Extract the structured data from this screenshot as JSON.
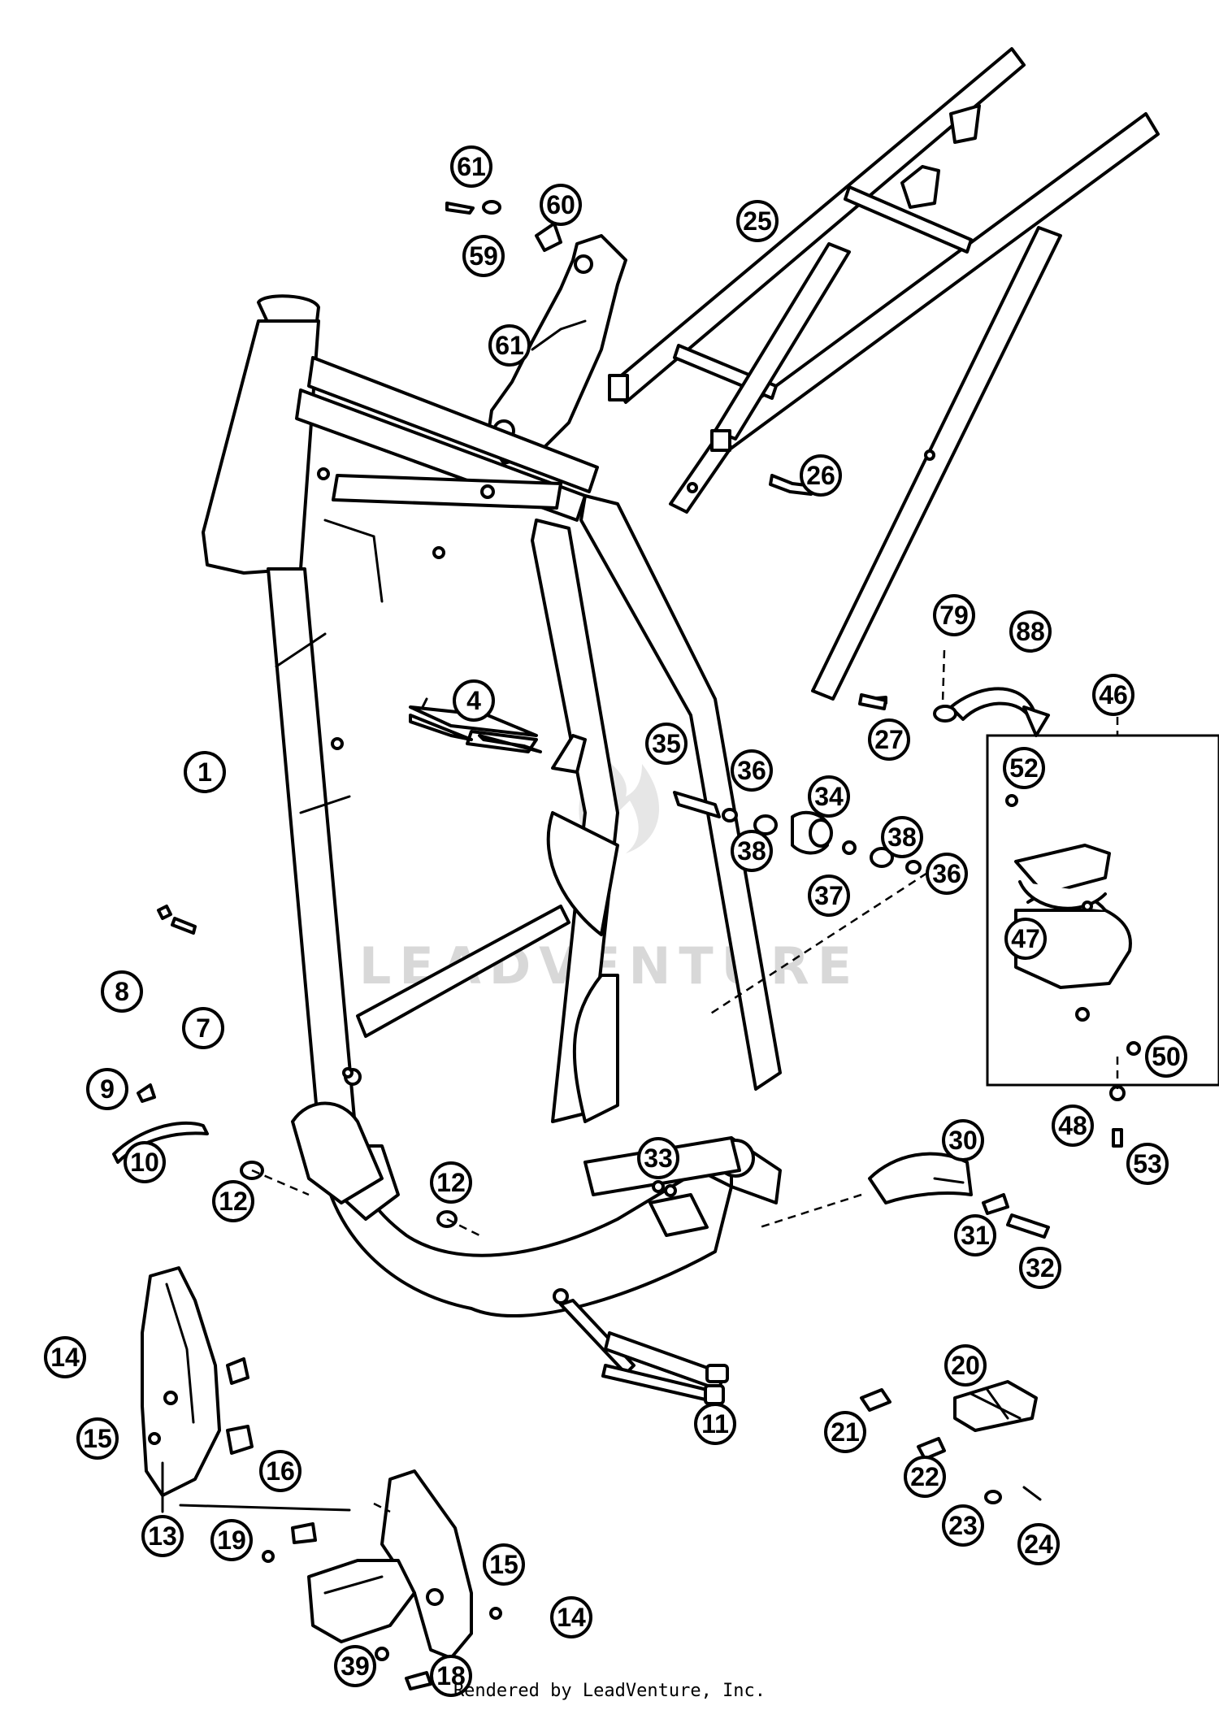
{
  "watermark": "LEADVENTURE",
  "footer": "Rendered by LeadVenture, Inc.",
  "callouts": [
    {
      "label": "61"
    },
    {
      "label": "60"
    },
    {
      "label": "59"
    },
    {
      "label": "61"
    },
    {
      "label": "25"
    },
    {
      "label": "26"
    },
    {
      "label": "79"
    },
    {
      "label": "88"
    },
    {
      "label": "27"
    },
    {
      "label": "46"
    },
    {
      "label": "4"
    },
    {
      "label": "1"
    },
    {
      "label": "35"
    },
    {
      "label": "36"
    },
    {
      "label": "34"
    },
    {
      "label": "52"
    },
    {
      "label": "38"
    },
    {
      "label": "38"
    },
    {
      "label": "37"
    },
    {
      "label": "36"
    },
    {
      "label": "47"
    },
    {
      "label": "8"
    },
    {
      "label": "7"
    },
    {
      "label": "50"
    },
    {
      "label": "9"
    },
    {
      "label": "48"
    },
    {
      "label": "30"
    },
    {
      "label": "53"
    },
    {
      "label": "10"
    },
    {
      "label": "33"
    },
    {
      "label": "12"
    },
    {
      "label": "12"
    },
    {
      "label": "31"
    },
    {
      "label": "32"
    },
    {
      "label": "14"
    },
    {
      "label": "20"
    },
    {
      "label": "15"
    },
    {
      "label": "11"
    },
    {
      "label": "21"
    },
    {
      "label": "16"
    },
    {
      "label": "22"
    },
    {
      "label": "19"
    },
    {
      "label": "15"
    },
    {
      "label": "23"
    },
    {
      "label": "24"
    },
    {
      "label": "13"
    },
    {
      "label": "14"
    },
    {
      "label": "39"
    },
    {
      "label": "18"
    }
  ]
}
